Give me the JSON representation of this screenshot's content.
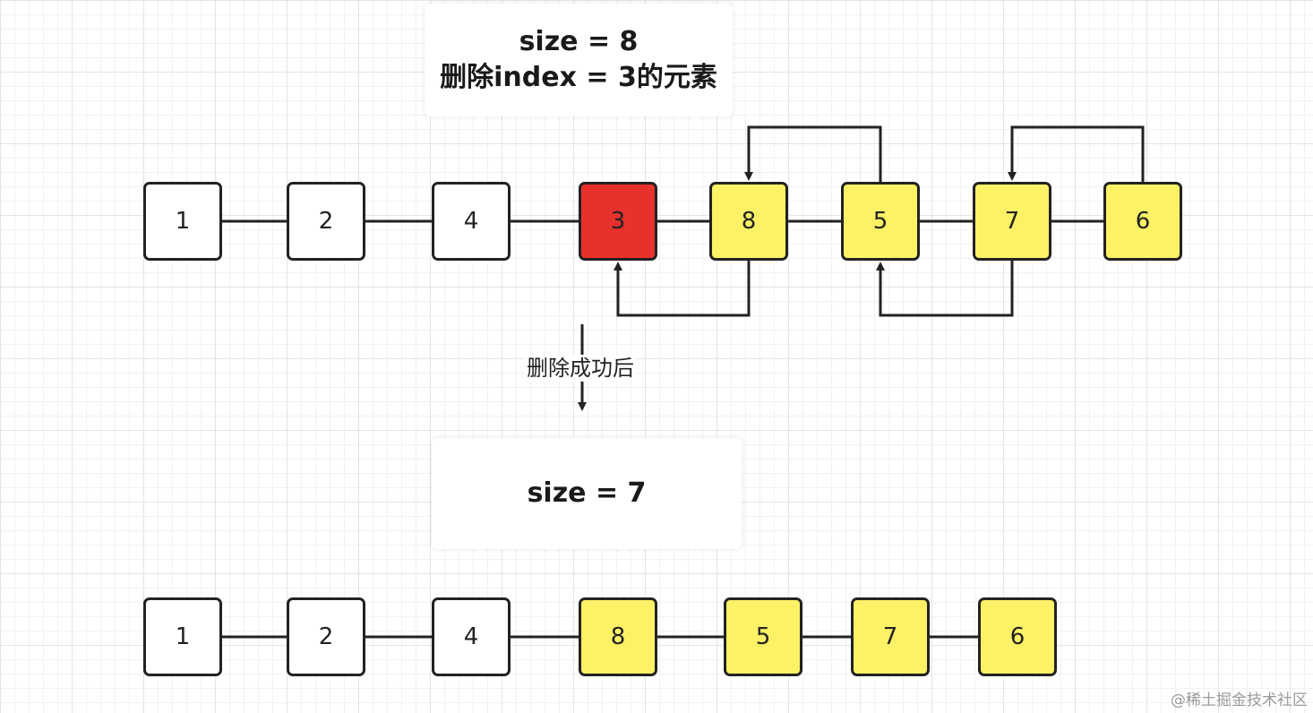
{
  "top_card": {
    "line1": "size = 8",
    "line2": "删除index = 3的元素"
  },
  "top_nodes": [
    {
      "value": "1",
      "state": "normal"
    },
    {
      "value": "2",
      "state": "normal"
    },
    {
      "value": "4",
      "state": "normal"
    },
    {
      "value": "3",
      "state": "deleted"
    },
    {
      "value": "8",
      "state": "shifted"
    },
    {
      "value": "5",
      "state": "shifted"
    },
    {
      "value": "7",
      "state": "shifted"
    },
    {
      "value": "6",
      "state": "shifted"
    }
  ],
  "transition_label": "删除成功后",
  "bottom_card": {
    "line1": "size = 7"
  },
  "bottom_nodes": [
    {
      "value": "1",
      "state": "normal"
    },
    {
      "value": "2",
      "state": "normal"
    },
    {
      "value": "4",
      "state": "normal"
    },
    {
      "value": "8",
      "state": "shifted"
    },
    {
      "value": "5",
      "state": "shifted"
    },
    {
      "value": "7",
      "state": "shifted"
    },
    {
      "value": "6",
      "state": "shifted"
    }
  ],
  "watermark": "@稀土掘金技术社区",
  "colors": {
    "normal": "#ffffff",
    "deleted": "#e8302c",
    "shifted": "#fdf165",
    "stroke": "#222222"
  }
}
